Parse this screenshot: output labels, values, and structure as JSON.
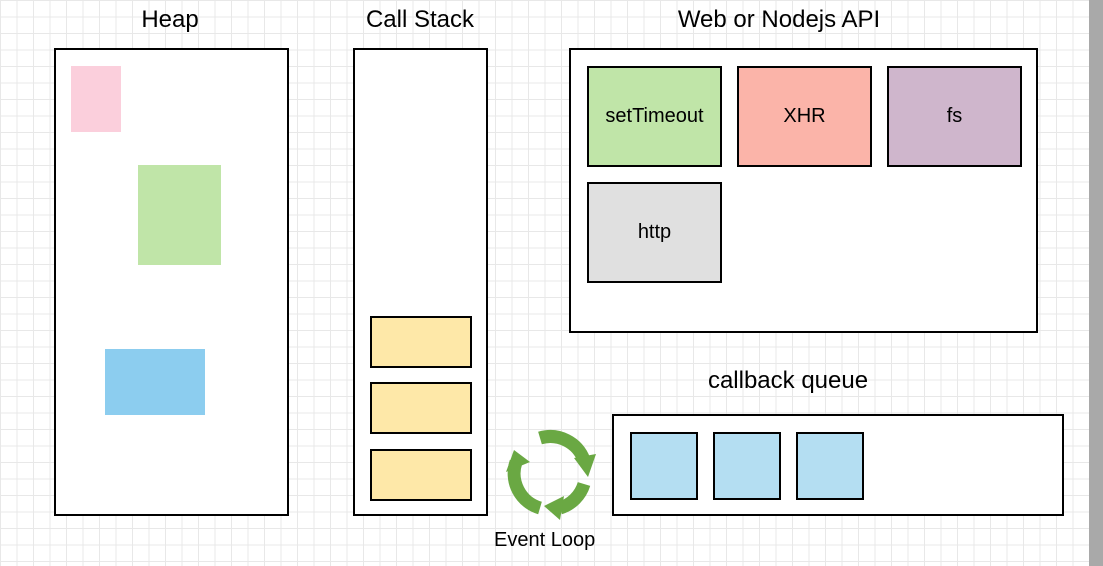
{
  "heap": {
    "title": "Heap",
    "objects": [
      {
        "color": "#fbcfdc"
      },
      {
        "color": "#c0e5a8"
      },
      {
        "color": "#8ccdef"
      }
    ]
  },
  "call_stack": {
    "title": "Call Stack",
    "frame_color": "#fee8a8",
    "frame_count": 3
  },
  "web_api": {
    "title": "Web or Nodejs API",
    "items": [
      {
        "label": "setTimeout",
        "color": "#c0e5a8"
      },
      {
        "label": "XHR",
        "color": "#fbb4a9"
      },
      {
        "label": "fs",
        "color": "#cfb6cc"
      },
      {
        "label": "http",
        "color": "#e0e0e0"
      }
    ]
  },
  "callback_queue": {
    "title": "callback queue",
    "item_color": "#b4def2",
    "item_count": 3
  },
  "event_loop": {
    "label": "Event Loop",
    "icon": "cycle-arrows-icon",
    "color": "#6aa843"
  }
}
